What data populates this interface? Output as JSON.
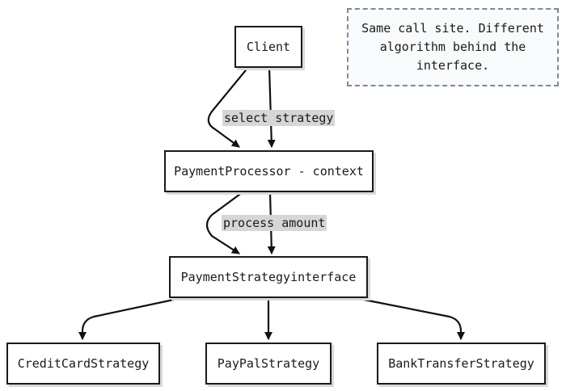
{
  "note": {
    "text": "Same call site. Different algorithm behind the interface."
  },
  "nodes": {
    "client": "Client",
    "processor": "PaymentProcessor - context",
    "strategy_interface": "PaymentStrategyinterface",
    "credit_card": "CreditCardStrategy",
    "paypal": "PayPalStrategy",
    "bank_transfer": "BankTransferStrategy"
  },
  "edge_labels": {
    "select": "select strategy",
    "process": "process amount"
  }
}
